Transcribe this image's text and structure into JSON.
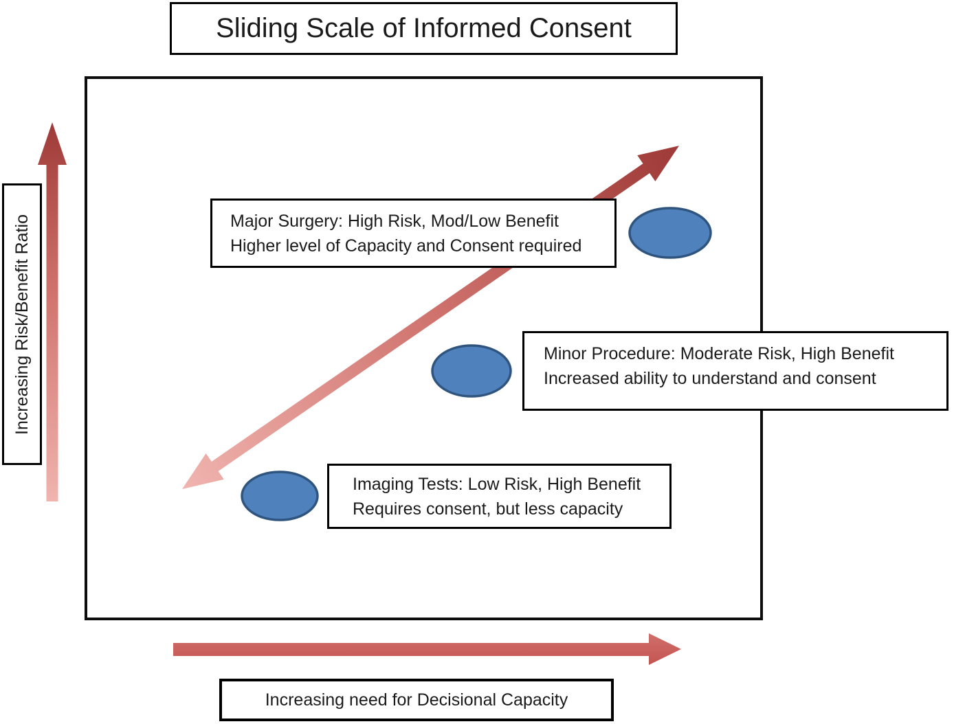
{
  "figure": {
    "title": "Sliding Scale of Informed Consent",
    "y_axis_label": "Increasing Risk/Benefit Ratio",
    "x_axis_label": "Increasing need for Decisional Capacity"
  },
  "annotations": [
    {
      "id": "major-surgery",
      "line1": "Major Surgery: High Risk, Mod/Low Benefit",
      "line2": "Higher level of Capacity and Consent required"
    },
    {
      "id": "minor-procedure",
      "line1": "Minor Procedure: Moderate Risk, High Benefit",
      "line2": "Increased ability to understand and consent"
    },
    {
      "id": "imaging-tests",
      "line1": "Imaging Tests: Low Risk, High Benefit",
      "line2": "Requires consent, but less capacity"
    }
  ],
  "colors": {
    "arrow_dark": "#9e3a37",
    "arrow_mid": "#d0736e",
    "arrow_light": "#f0b4af",
    "horizontal_arrow_top": "#d06f6b",
    "horizontal_arrow_bottom": "#c45551",
    "ellipse_fill": "#4f81bd",
    "ellipse_stroke": "#2f547e",
    "box_border": "#000000"
  }
}
